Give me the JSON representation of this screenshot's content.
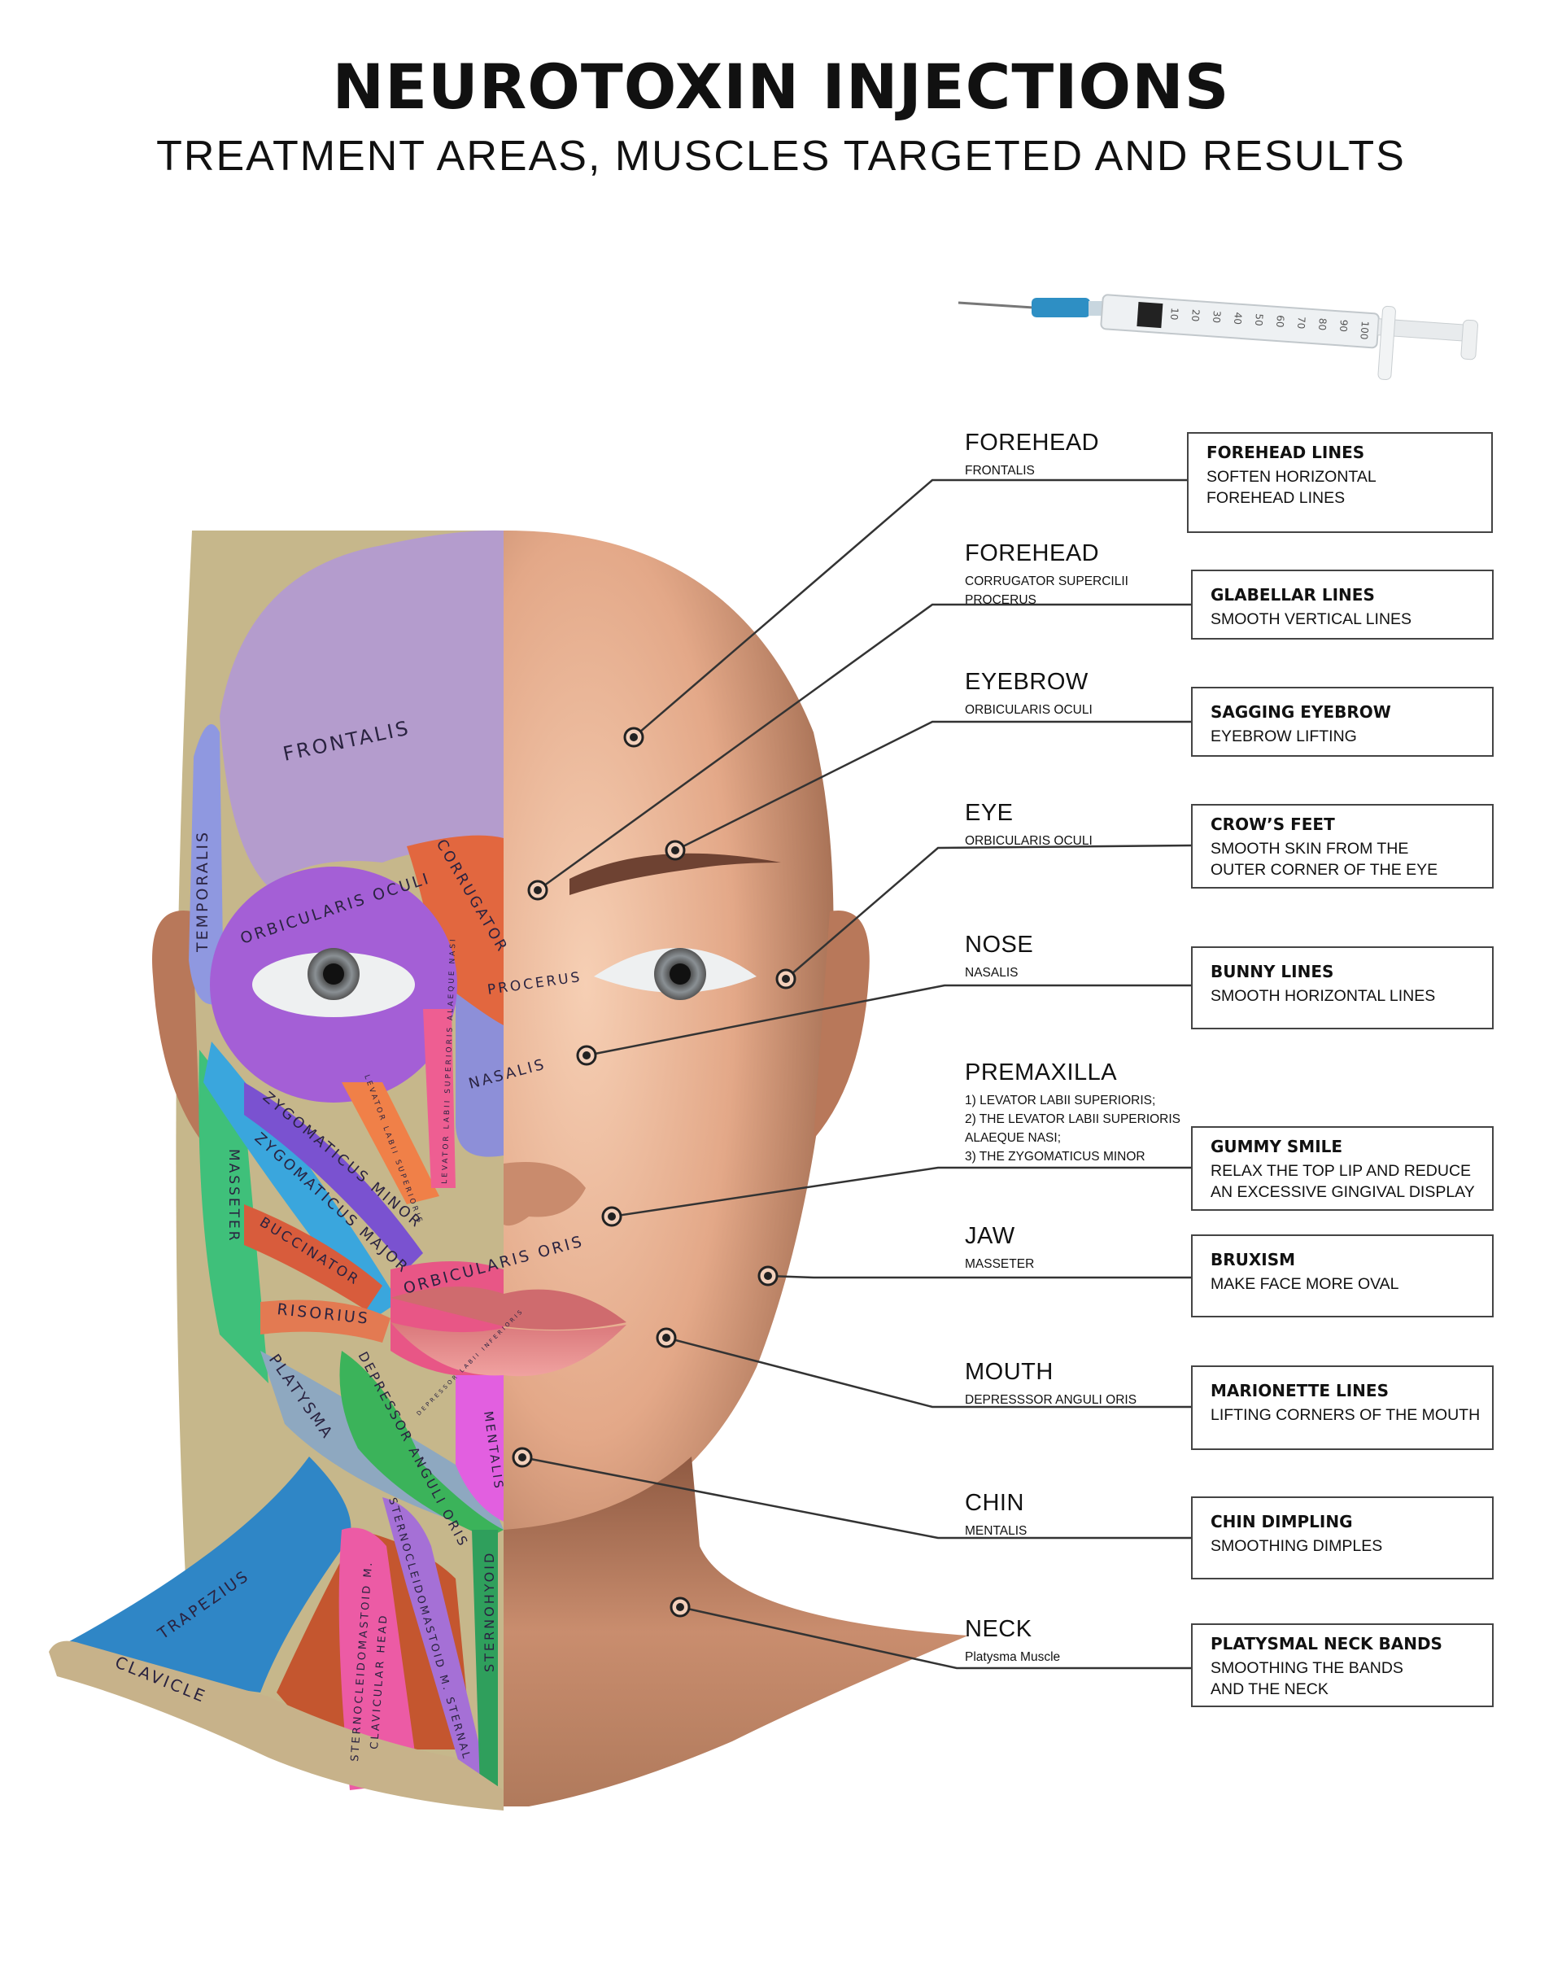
{
  "header": {
    "title": "NEUROTOXIN INJECTIONS",
    "subtitle": "TREATMENT AREAS, MUSCLES TARGETED AND RESULTS"
  },
  "syringe": {
    "scale_labels": [
      "10",
      "20",
      "30",
      "40",
      "50",
      "60",
      "70",
      "80",
      "90",
      "100"
    ],
    "needle_hub_color": "#2e8fc4"
  },
  "rows": [
    {
      "area": "FOREHEAD",
      "muscles": [
        "FRONTALIS"
      ],
      "result_title": "FOREHEAD LINES",
      "result_lines": [
        "SOFTEN HORIZONTAL",
        "FOREHEAD LINES"
      ]
    },
    {
      "area": "FOREHEAD",
      "muscles": [
        "CORRUGATOR SUPERCILII",
        "PROCERUS"
      ],
      "result_title": "GLABELLAR LINES",
      "result_lines": [
        "SMOOTH VERTICAL LINES"
      ]
    },
    {
      "area": "EYEBROW",
      "muscles": [
        "ORBICULARIS OCULI"
      ],
      "result_title": "SAGGING EYEBROW",
      "result_lines": [
        "EYEBROW LIFTING"
      ]
    },
    {
      "area": "EYE",
      "muscles": [
        "ORBICULARIS OCULI"
      ],
      "result_title": "CROW’S FEET",
      "result_lines": [
        "SMOOTH SKIN FROM THE",
        "OUTER CORNER OF THE EYE"
      ]
    },
    {
      "area": "NOSE",
      "muscles": [
        "NASALIS"
      ],
      "result_title": "BUNNY LINES",
      "result_lines": [
        "SMOOTH HORIZONTAL LINES"
      ]
    },
    {
      "area": "PREMAXILLA",
      "muscles": [
        "1) LEVATOR LABII SUPERIORIS;",
        "2) THE LEVATOR LABII SUPERIORIS",
        "ALAEQUE NASI;",
        "3) THE ZYGOMATICUS MINOR"
      ],
      "result_title": "GUMMY SMILE",
      "result_lines": [
        "RELAX THE TOP LIP AND REDUCE",
        "AN EXCESSIVE GINGIVAL DISPLAY"
      ]
    },
    {
      "area": "JAW",
      "muscles": [
        "MASSETER"
      ],
      "result_title": "BRUXISM",
      "result_lines": [
        "MAKE FACE MORE OVAL"
      ]
    },
    {
      "area": "MOUTH",
      "muscles": [
        "DEPRESSSOR ANGULI ORIS"
      ],
      "result_title": "MARIONETTE LINES",
      "result_lines": [
        "LIFTING CORNERS OF THE MOUTH"
      ]
    },
    {
      "area": "CHIN",
      "muscles": [
        "MENTALIS"
      ],
      "result_title": "CHIN DIMPLING",
      "result_lines": [
        "SMOOTHING DIMPLES"
      ]
    },
    {
      "area": "NECK",
      "muscles": [
        "Platysma Muscle"
      ],
      "result_title": "PLATYSMAL NECK BANDS",
      "result_lines": [
        "SMOOTHING THE BANDS",
        "AND THE NECK"
      ]
    }
  ],
  "muscle_labels": {
    "frontalis": "FRONTALIS",
    "temporalis": "TEMPORALIS",
    "orbicularis_oculi": "ORBICULARIS OCULI",
    "corrugator": "CORRUGATOR",
    "procerus": "PROCERUS",
    "nasalis": "NASALIS",
    "levator_alaeque": "LEVATOR LABII SUPERIORIS ALAEQUE NASI",
    "levator_labii": "LEVATOR LABII SUPERIORIS",
    "zygomaticus_minor": "ZYGOMATICUS MINOR",
    "zygomaticus_major": "ZYGOMATICUS MAJOR",
    "masseter": "MASSETER",
    "buccinator": "BUCCINATOR",
    "risorius": "RISORIUS",
    "orbicularis_oris": "ORBICULARIS ORIS",
    "platysma": "PLATYSMA",
    "depressor_anguli": "DEPRESSOR ANGULI ORIS",
    "depressor_labii": "DEPRESSOR LABII INFERIORIS",
    "mentalis": "MENTALIS",
    "trapezius": "TRAPEZIUS",
    "clavicle": "CLAVICLE",
    "scm_clavicular_1": "STERNOCLEIDOMASTOID M.",
    "scm_clavicular_2": "CLAVICULAR HEAD",
    "scm_sternal": "STERNOCLEIDOMASTOID M. STERNAL",
    "sternohyoid": "STERNOHYOID"
  }
}
